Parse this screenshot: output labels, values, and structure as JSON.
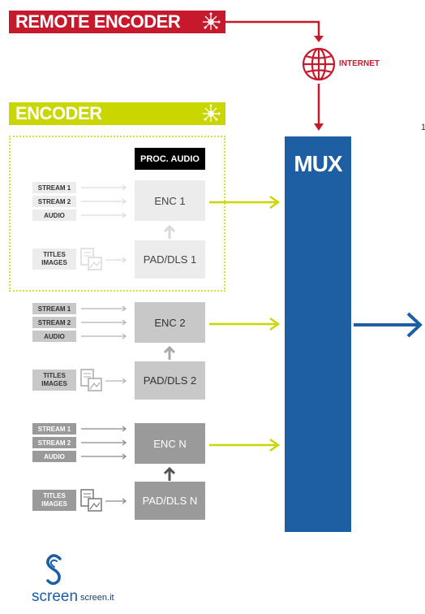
{
  "remote_encoder": {
    "label": "REMOTE ENCODER",
    "color": "#c7192c",
    "icon": "satellite-star-icon"
  },
  "internet": {
    "label": "INTERNET",
    "color": "#c7192c",
    "icon": "globe-icon"
  },
  "encoder": {
    "label": "ENCODER",
    "color": "#c9d600",
    "icon": "satellite-star-icon"
  },
  "proc_audio": {
    "label": "PROC. AUDIO"
  },
  "mux": {
    "label": "MUX",
    "color": "#1e5fa3"
  },
  "stray_mark": "1",
  "groups": [
    {
      "inputs": [
        "STREAM 1",
        "STREAM 2",
        "AUDIO"
      ],
      "titles": [
        "TITLES",
        "IMAGES"
      ],
      "enc": "ENC 1",
      "pad": "PAD/DLS  1"
    },
    {
      "inputs": [
        "STREAM 1",
        "STREAM 2",
        "AUDIO"
      ],
      "titles": [
        "TITLES",
        "IMAGES"
      ],
      "enc": "ENC 2",
      "pad": "PAD/DLS  2"
    },
    {
      "inputs": [
        "STREAM 1",
        "STREAM 2",
        "AUDIO"
      ],
      "titles": [
        "TITLES",
        "IMAGES"
      ],
      "enc": "ENC N",
      "pad": "PAD/DLS  N"
    }
  ],
  "logo": {
    "name": "screen",
    "url": "screen.it",
    "icon": "screen-logo-icon"
  }
}
